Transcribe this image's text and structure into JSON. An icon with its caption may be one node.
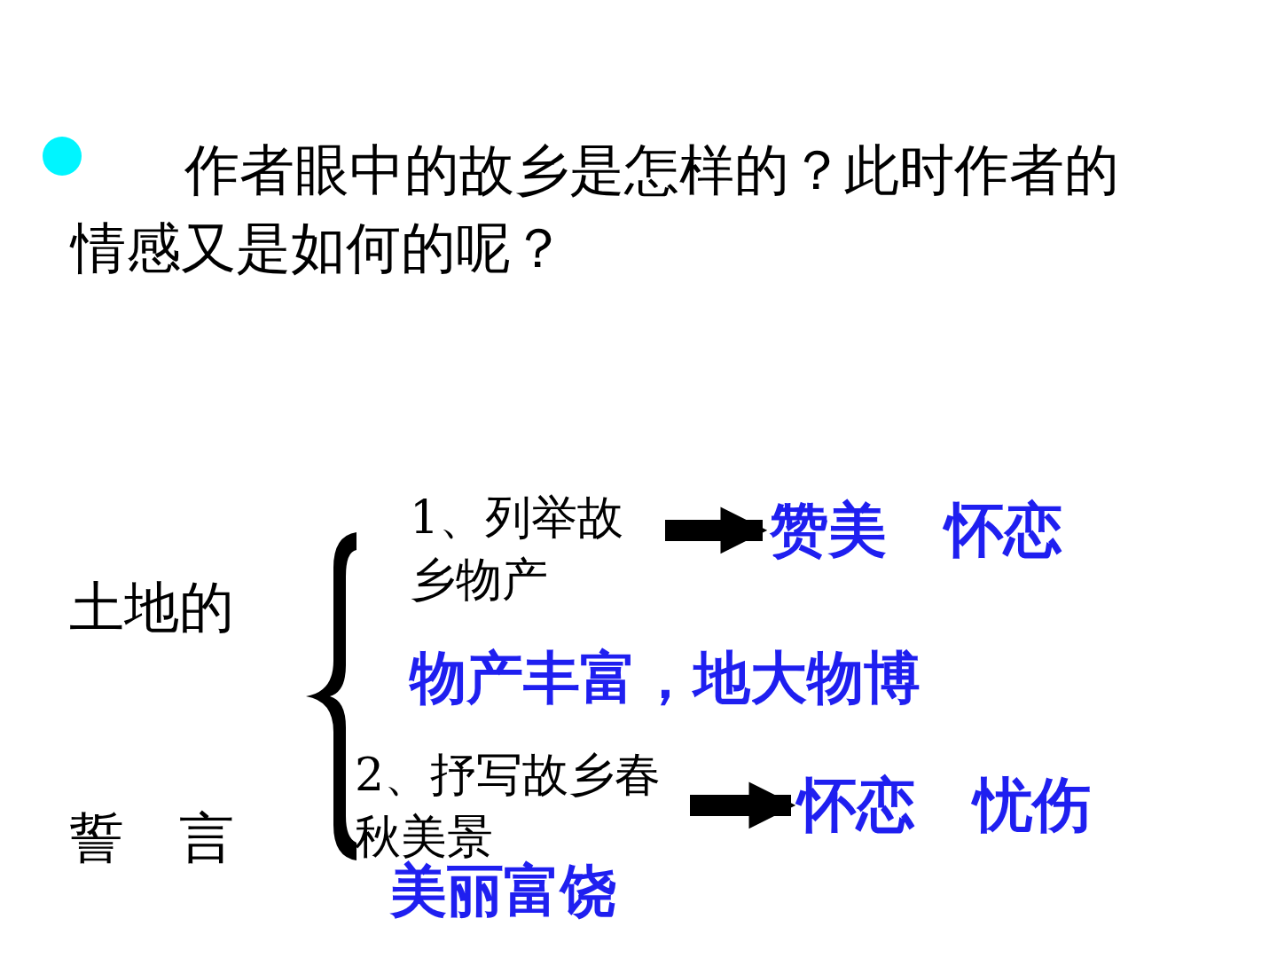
{
  "diagram": {
    "title": "作者眼中的故乡是怎样的？此时作者的情感又是如何的呢？",
    "nodes": [
      {
        "text": [
          "1、列举故乡物产"
        ]
      },
      {
        "text": [
          "赞美　怀恋"
        ]
      },
      {
        "text": [
          "2、抒写故乡春秋美景"
        ]
      },
      {
        "text": [
          "怀恋　忧伤"
        ]
      }
    ],
    "edges": [
      {
        "from": 0,
        "to": 1,
        "arrow": "to"
      },
      {
        "from": 2,
        "to": 3,
        "arrow": "to"
      }
    ],
    "labels": [
      "土地的",
      "誓　言",
      "物产丰富，地大物博",
      "美丽富饶"
    ]
  }
}
